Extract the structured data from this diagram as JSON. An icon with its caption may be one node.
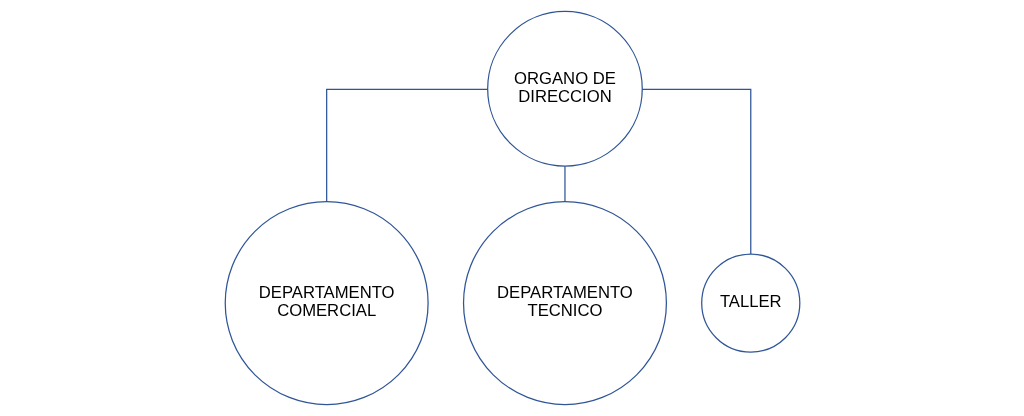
{
  "diagram": {
    "nodes": [
      {
        "text": [
          "ORGANO DE DIRECCION"
        ]
      },
      {
        "text": [
          "DEPARTAMENTO COMERCIAL"
        ]
      },
      {
        "text": [
          "DEPARTAMENTO TECNICO"
        ]
      },
      {
        "text": [
          "TALLER"
        ]
      }
    ],
    "edges": [
      {
        "from": 0,
        "to": 1,
        "arrow": "none"
      },
      {
        "from": 0,
        "to": 2,
        "arrow": "none"
      },
      {
        "from": 0,
        "to": 3,
        "arrow": "none"
      }
    ]
  }
}
